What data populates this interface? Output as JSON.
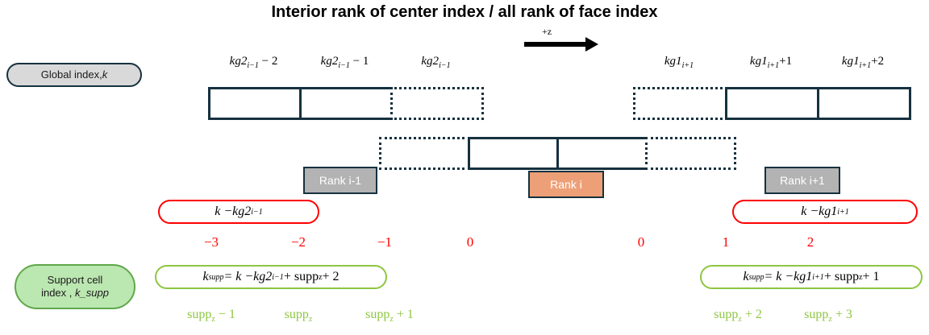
{
  "title": "Interior rank of center index / all rank of face index",
  "axis": {
    "direction_label": "+z",
    "arrow_icon": "right-arrow-icon"
  },
  "legend": {
    "global_index_line1": "Global index, ",
    "global_index_symbol": "k",
    "support_index_line1": "Support cell",
    "support_index_line2": "index , ",
    "support_index_symbol": "k_supp"
  },
  "top_row": {
    "labels_left": [
      {
        "base": "kg2",
        "sub": "i−1",
        "suffix": " − 2"
      },
      {
        "base": "kg2",
        "sub": "i−1",
        "suffix": " − 1"
      },
      {
        "base": "kg2",
        "sub": "i−1",
        "suffix": ""
      }
    ],
    "labels_right": [
      {
        "base": "kg1",
        "sub": "i+1",
        "suffix": ""
      },
      {
        "base": "kg1",
        "sub": "i+1",
        "suffix": "+1"
      },
      {
        "base": "kg1",
        "sub": "i+1",
        "suffix": "+2"
      }
    ],
    "cells_left": [
      "solid",
      "solid",
      "dotted"
    ],
    "cells_right": [
      "dotted",
      "solid",
      "solid"
    ]
  },
  "middle_row": {
    "cells": [
      "dotted",
      "solid",
      "solid",
      "dotted"
    ]
  },
  "ranks": [
    {
      "label": "Rank i-1",
      "style": "grey"
    },
    {
      "label": "Rank i",
      "style": "orange"
    },
    {
      "label": "Rank i+1",
      "style": "grey"
    }
  ],
  "red_pills": [
    {
      "lhs": "k − ",
      "base": "kg2",
      "sub": "i−1"
    },
    {
      "lhs": "k − ",
      "base": "kg1",
      "sub": "i+1"
    }
  ],
  "red_numbers": [
    "−3",
    "−2",
    "−1",
    "0",
    "0",
    "1",
    "2"
  ],
  "green_pills": [
    {
      "lhs_base": "k",
      "lhs_sub": "supp",
      "eq": " = k − ",
      "base": "kg2",
      "sub": "i−1",
      "tail_pre": " + supp",
      "tail_sub": "z",
      "tail_post": " + 2"
    },
    {
      "lhs_base": "k",
      "lhs_sub": "supp",
      "eq": " = k − ",
      "base": "kg1",
      "sub": "i+1",
      "tail_pre": " + supp",
      "tail_sub": "z",
      "tail_post": " + 1"
    }
  ],
  "green_supp_labels": [
    {
      "base": "supp",
      "sub": "z",
      "suffix": " − 1"
    },
    {
      "base": "supp",
      "sub": "z",
      "suffix": ""
    },
    {
      "base": "supp",
      "sub": "z",
      "suffix": " + 1"
    },
    {
      "base": "supp",
      "sub": "z",
      "suffix": " + 2"
    },
    {
      "base": "supp",
      "sub": "z",
      "suffix": " + 3"
    }
  ],
  "colors": {
    "cell_border": "#16313f",
    "rank_grey": "#b3b3b3",
    "rank_orange": "#eda077",
    "red": "#ff0000",
    "green": "#8dc63f",
    "green_fill": "#bbe7b1",
    "grey_fill": "#d9d9d9"
  }
}
